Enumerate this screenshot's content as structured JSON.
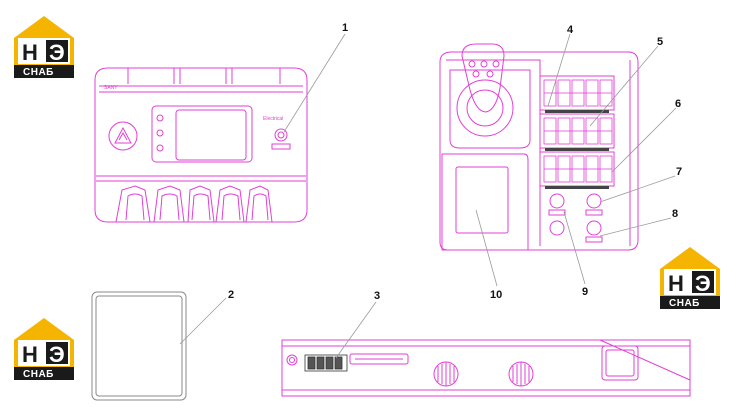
{
  "colors": {
    "line_pink": "#e23fd6",
    "line_grey": "#8a8a8a",
    "callout_line": "#9a9a9a",
    "logo_yellow": "#f4b400",
    "logo_dark": "#1a1a1a"
  },
  "logo": {
    "main_left": "H",
    "main_right": "Э",
    "sub": "СНАБ"
  },
  "device_labels": {
    "brand": "SANY",
    "model": "Electrical"
  },
  "callouts": [
    {
      "id": "1",
      "label": "1"
    },
    {
      "id": "2",
      "label": "2"
    },
    {
      "id": "3",
      "label": "3"
    },
    {
      "id": "4",
      "label": "4"
    },
    {
      "id": "5",
      "label": "5"
    },
    {
      "id": "6",
      "label": "6"
    },
    {
      "id": "7",
      "label": "7"
    },
    {
      "id": "8",
      "label": "8"
    },
    {
      "id": "9",
      "label": "9"
    },
    {
      "id": "10",
      "label": "10"
    }
  ]
}
